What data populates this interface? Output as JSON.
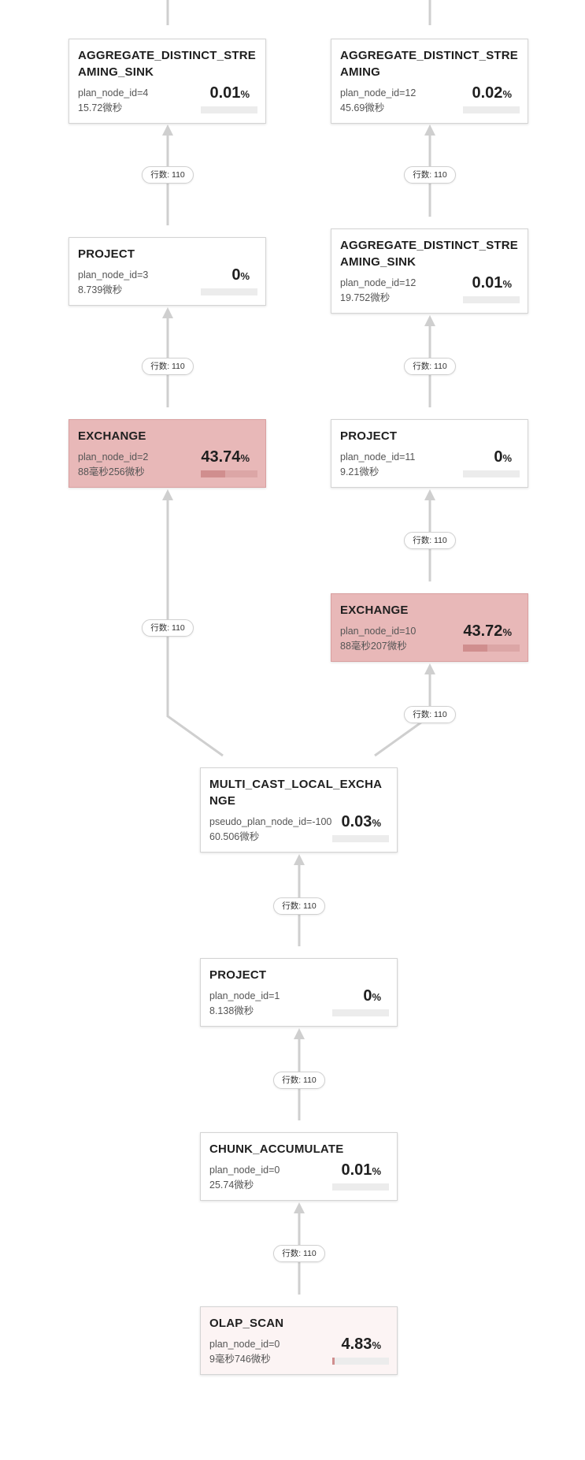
{
  "nodes": [
    {
      "id": "agg4",
      "title": "AGGREGATE_DISTINCT_STREAMING_SINK",
      "plan_node": "plan_node_id=4",
      "time": "15.72微秒",
      "pct": "0.01",
      "unit": "%",
      "fraction": 0.0001,
      "heat": "normal"
    },
    {
      "id": "agg12a",
      "title": "AGGREGATE_DISTINCT_STREAMING",
      "plan_node": "plan_node_id=12",
      "time": "45.69微秒",
      "pct": "0.02",
      "unit": "%",
      "fraction": 0.0002,
      "heat": "normal"
    },
    {
      "id": "proj3",
      "title": "PROJECT",
      "plan_node": "plan_node_id=3",
      "time": "8.739微秒",
      "pct": "0",
      "unit": "%",
      "fraction": 0,
      "heat": "normal"
    },
    {
      "id": "agg12b",
      "title": "AGGREGATE_DISTINCT_STREAMING_SINK",
      "plan_node": "plan_node_id=12",
      "time": "19.752微秒",
      "pct": "0.01",
      "unit": "%",
      "fraction": 0.0001,
      "heat": "normal"
    },
    {
      "id": "exch2",
      "title": "EXCHANGE",
      "plan_node": "plan_node_id=2",
      "time": "88毫秒256微秒",
      "pct": "43.74",
      "unit": "%",
      "fraction": 0.4374,
      "heat": "hot"
    },
    {
      "id": "proj11",
      "title": "PROJECT",
      "plan_node": "plan_node_id=11",
      "time": "9.21微秒",
      "pct": "0",
      "unit": "%",
      "fraction": 0,
      "heat": "normal"
    },
    {
      "id": "exch10",
      "title": "EXCHANGE",
      "plan_node": "plan_node_id=10",
      "time": "88毫秒207微秒",
      "pct": "43.72",
      "unit": "%",
      "fraction": 0.4372,
      "heat": "hot"
    },
    {
      "id": "mcast",
      "title": "MULTI_CAST_LOCAL_EXCHANGE",
      "plan_node": "pseudo_plan_node_id=-100",
      "time": "60.506微秒",
      "pct": "0.03",
      "unit": "%",
      "fraction": 0.0003,
      "heat": "normal"
    },
    {
      "id": "proj1",
      "title": "PROJECT",
      "plan_node": "plan_node_id=1",
      "time": "8.138微秒",
      "pct": "0",
      "unit": "%",
      "fraction": 0,
      "heat": "normal"
    },
    {
      "id": "chunk",
      "title": "CHUNK_ACCUMULATE",
      "plan_node": "plan_node_id=0",
      "time": "25.74微秒",
      "pct": "0.01",
      "unit": "%",
      "fraction": 0.0001,
      "heat": "normal"
    },
    {
      "id": "olap",
      "title": "OLAP_SCAN",
      "plan_node": "plan_node_id=0",
      "time": "9毫秒746微秒",
      "pct": "4.83",
      "unit": "%",
      "fraction": 0.0483,
      "heat": "warm"
    }
  ],
  "edges": [
    {
      "id": "e_agg4_up",
      "label": ""
    },
    {
      "id": "e_agg12a_up",
      "label": ""
    },
    {
      "id": "e_proj3_agg4",
      "label": "行数: 110"
    },
    {
      "id": "e_agg12b_agg12a",
      "label": "行数: 110"
    },
    {
      "id": "e_exch2_proj3",
      "label": "行数: 110"
    },
    {
      "id": "e_proj11_agg12b",
      "label": "行数: 110"
    },
    {
      "id": "e_exch10_proj11",
      "label": "行数: 110"
    },
    {
      "id": "e_mcast_exch2",
      "label": "行数: 110"
    },
    {
      "id": "e_mcast_exch10",
      "label": "行数: 110"
    },
    {
      "id": "e_proj1_mcast",
      "label": "行数: 110"
    },
    {
      "id": "e_chunk_proj1",
      "label": "行数: 110"
    },
    {
      "id": "e_olap_chunk",
      "label": "行数: 110"
    }
  ]
}
